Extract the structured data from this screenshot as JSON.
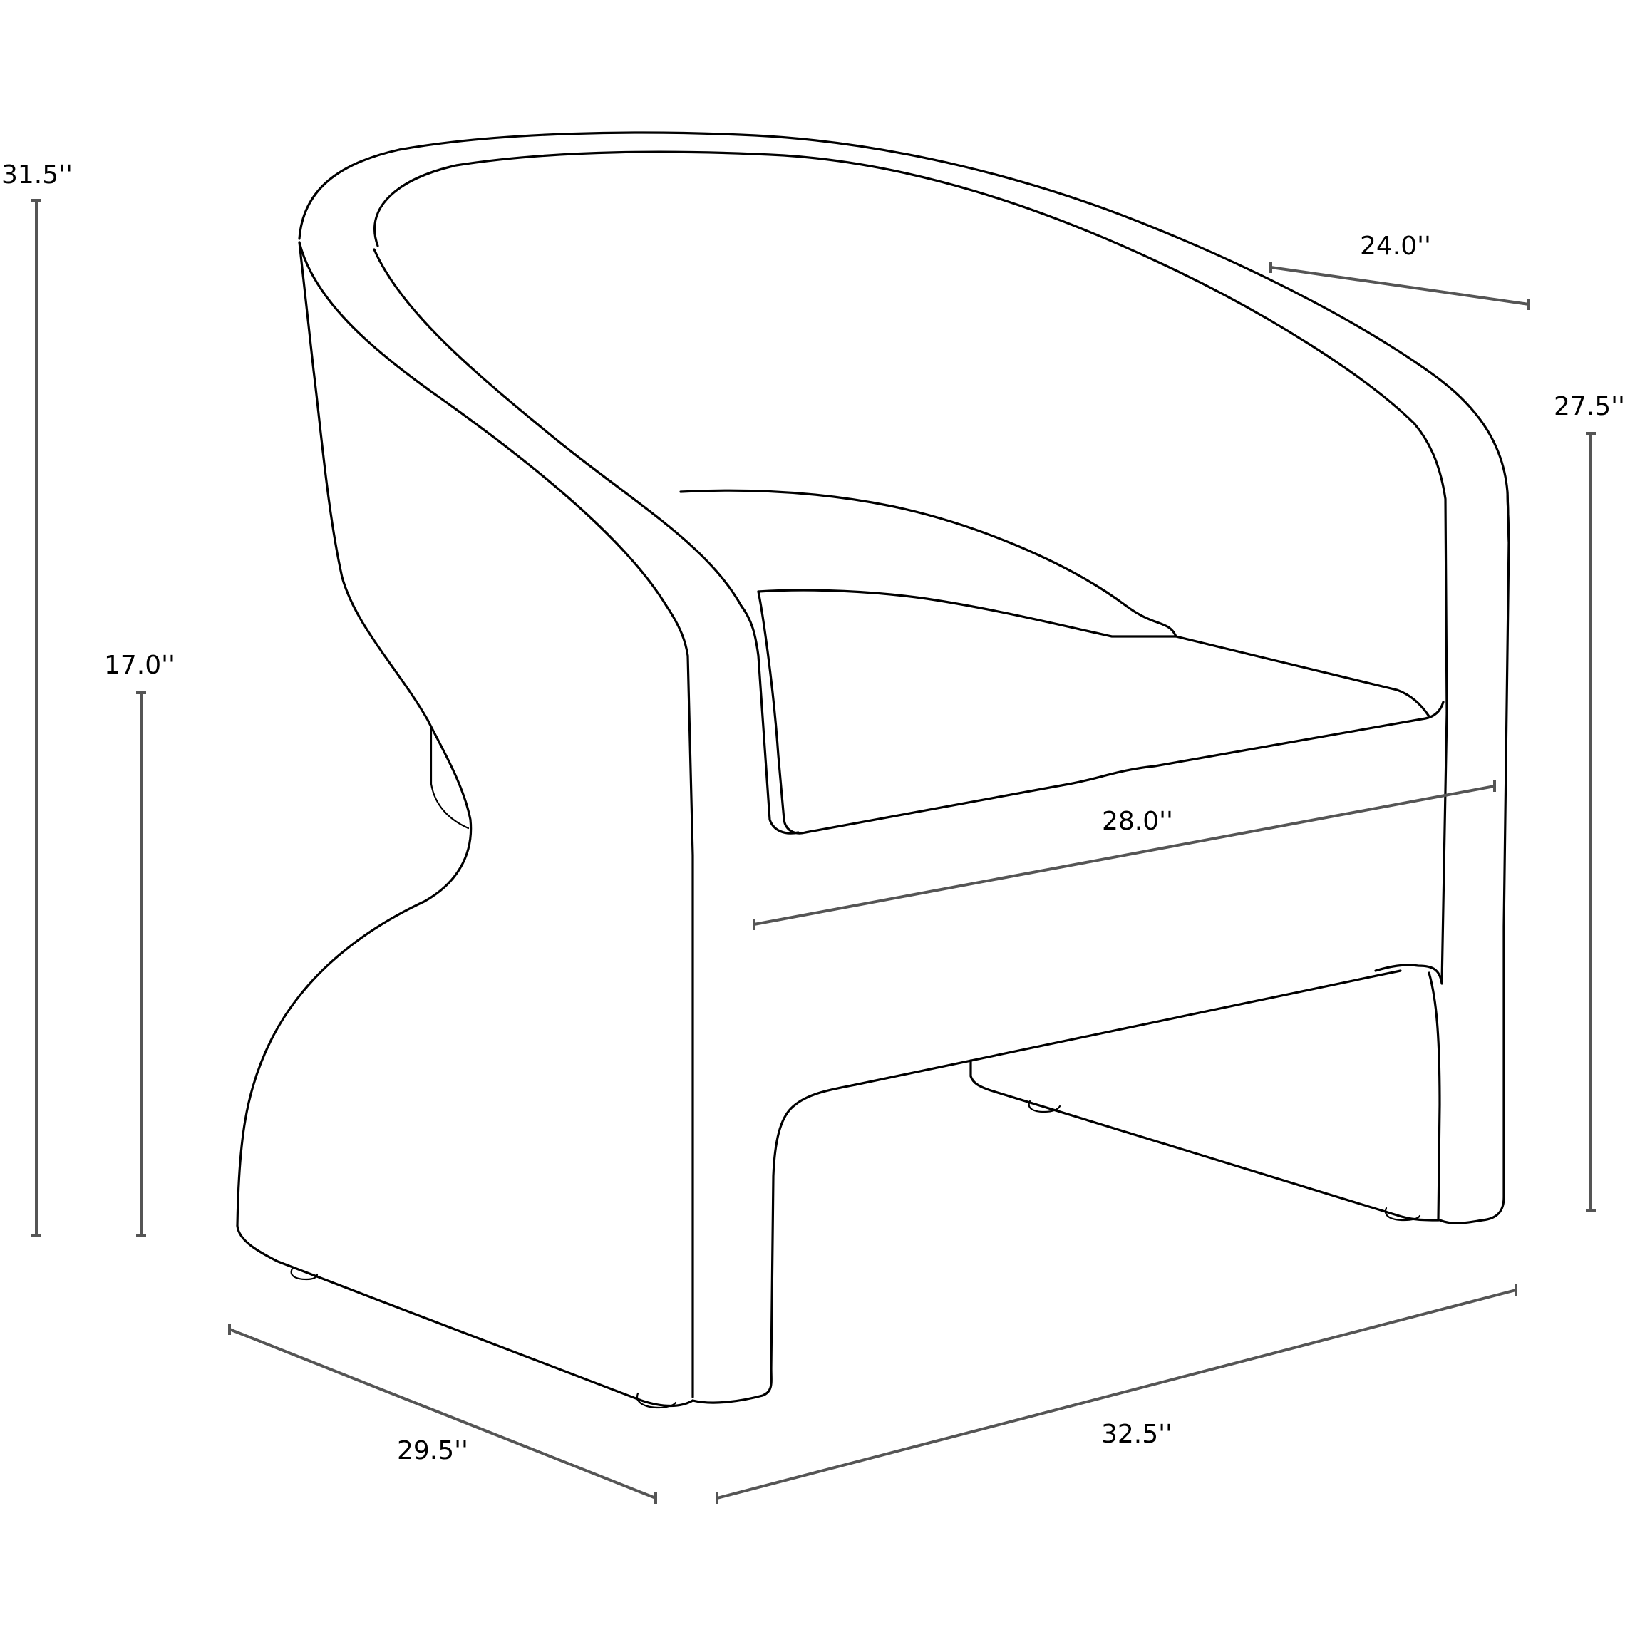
{
  "diagram": {
    "subject": "Upholstered barrel-back accent chair with sculpted sled base",
    "view": "three-quarter isometric line drawing",
    "line_color": "#000000",
    "dimension_line_color": "#555555",
    "background": "#ffffff"
  },
  "dimensions": {
    "overall_height": {
      "label": "31.5''",
      "value": 31.5,
      "unit": "in",
      "orientation": "vertical-left"
    },
    "seat_height": {
      "label": "17.0''",
      "value": 17.0,
      "unit": "in",
      "orientation": "vertical-left-inner"
    },
    "arm_height": {
      "label": "27.5''",
      "value": 27.5,
      "unit": "in",
      "orientation": "vertical-right"
    },
    "inner_seat_width": {
      "label": "28.0''",
      "value": 28.0,
      "unit": "in",
      "orientation": "diagonal-across-seat"
    },
    "seat_depth": {
      "label": "24.0''",
      "value": 24.0,
      "unit": "in",
      "orientation": "diagonal-top-right"
    },
    "overall_depth": {
      "label": "29.5''",
      "value": 29.5,
      "unit": "in",
      "orientation": "diagonal-bottom-left"
    },
    "overall_width": {
      "label": "32.5''",
      "value": 32.5,
      "unit": "in",
      "orientation": "diagonal-bottom-right"
    }
  }
}
